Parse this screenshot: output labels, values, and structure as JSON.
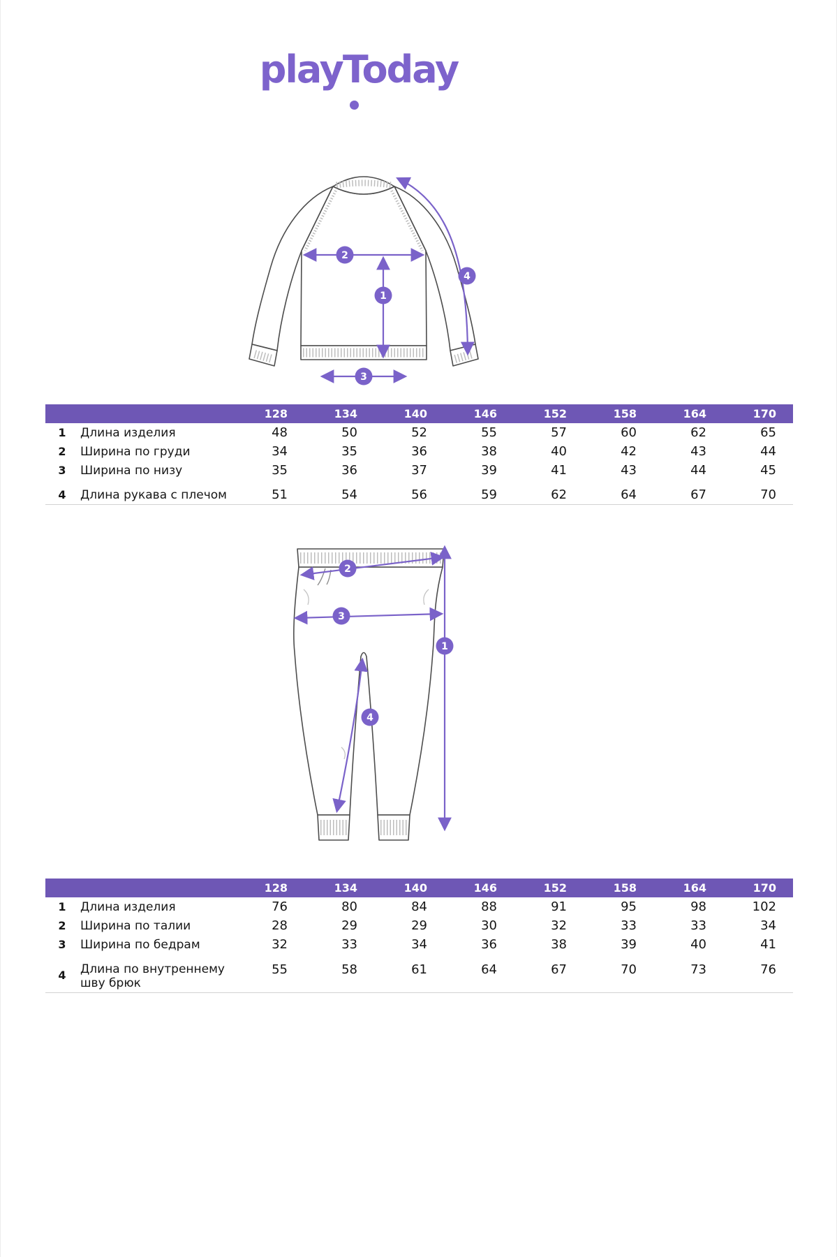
{
  "colors": {
    "accent": "#7a62c9",
    "table_header_bg": "#6e57b5",
    "logo": "#7d63cc"
  },
  "logo": {
    "text": "playToday"
  },
  "sweatshirt_chart": {
    "type": "table",
    "sizes": [
      "128",
      "134",
      "140",
      "146",
      "152",
      "158",
      "164",
      "170"
    ],
    "rows": [
      {
        "num": "1",
        "label": "Длина изделия",
        "values": [
          "48",
          "50",
          "52",
          "55",
          "57",
          "60",
          "62",
          "65"
        ]
      },
      {
        "num": "2",
        "label": "Ширина по груди",
        "values": [
          "34",
          "35",
          "36",
          "38",
          "40",
          "42",
          "43",
          "44"
        ]
      },
      {
        "num": "3",
        "label": "Ширина по низу",
        "values": [
          "35",
          "36",
          "37",
          "39",
          "41",
          "43",
          "44",
          "45"
        ]
      },
      {
        "num": "4",
        "label": "Длина рукава с плечом",
        "values": [
          "51",
          "54",
          "56",
          "59",
          "62",
          "64",
          "67",
          "70"
        ]
      }
    ],
    "markers": [
      "1",
      "2",
      "3",
      "4"
    ]
  },
  "pants_chart": {
    "type": "table",
    "sizes": [
      "128",
      "134",
      "140",
      "146",
      "152",
      "158",
      "164",
      "170"
    ],
    "rows": [
      {
        "num": "1",
        "label": "Длина изделия",
        "values": [
          "76",
          "80",
          "84",
          "88",
          "91",
          "95",
          "98",
          "102"
        ]
      },
      {
        "num": "2",
        "label": "Ширина по талии",
        "values": [
          "28",
          "29",
          "29",
          "30",
          "32",
          "33",
          "33",
          "34"
        ]
      },
      {
        "num": "3",
        "label": "Ширина по бедрам",
        "values": [
          "32",
          "33",
          "34",
          "36",
          "38",
          "39",
          "40",
          "41"
        ]
      },
      {
        "num": "4",
        "label": "Длина по внутреннему шву брюк",
        "values": [
          "55",
          "58",
          "61",
          "64",
          "67",
          "70",
          "73",
          "76"
        ]
      }
    ],
    "markers": [
      "1",
      "2",
      "3",
      "4"
    ]
  }
}
